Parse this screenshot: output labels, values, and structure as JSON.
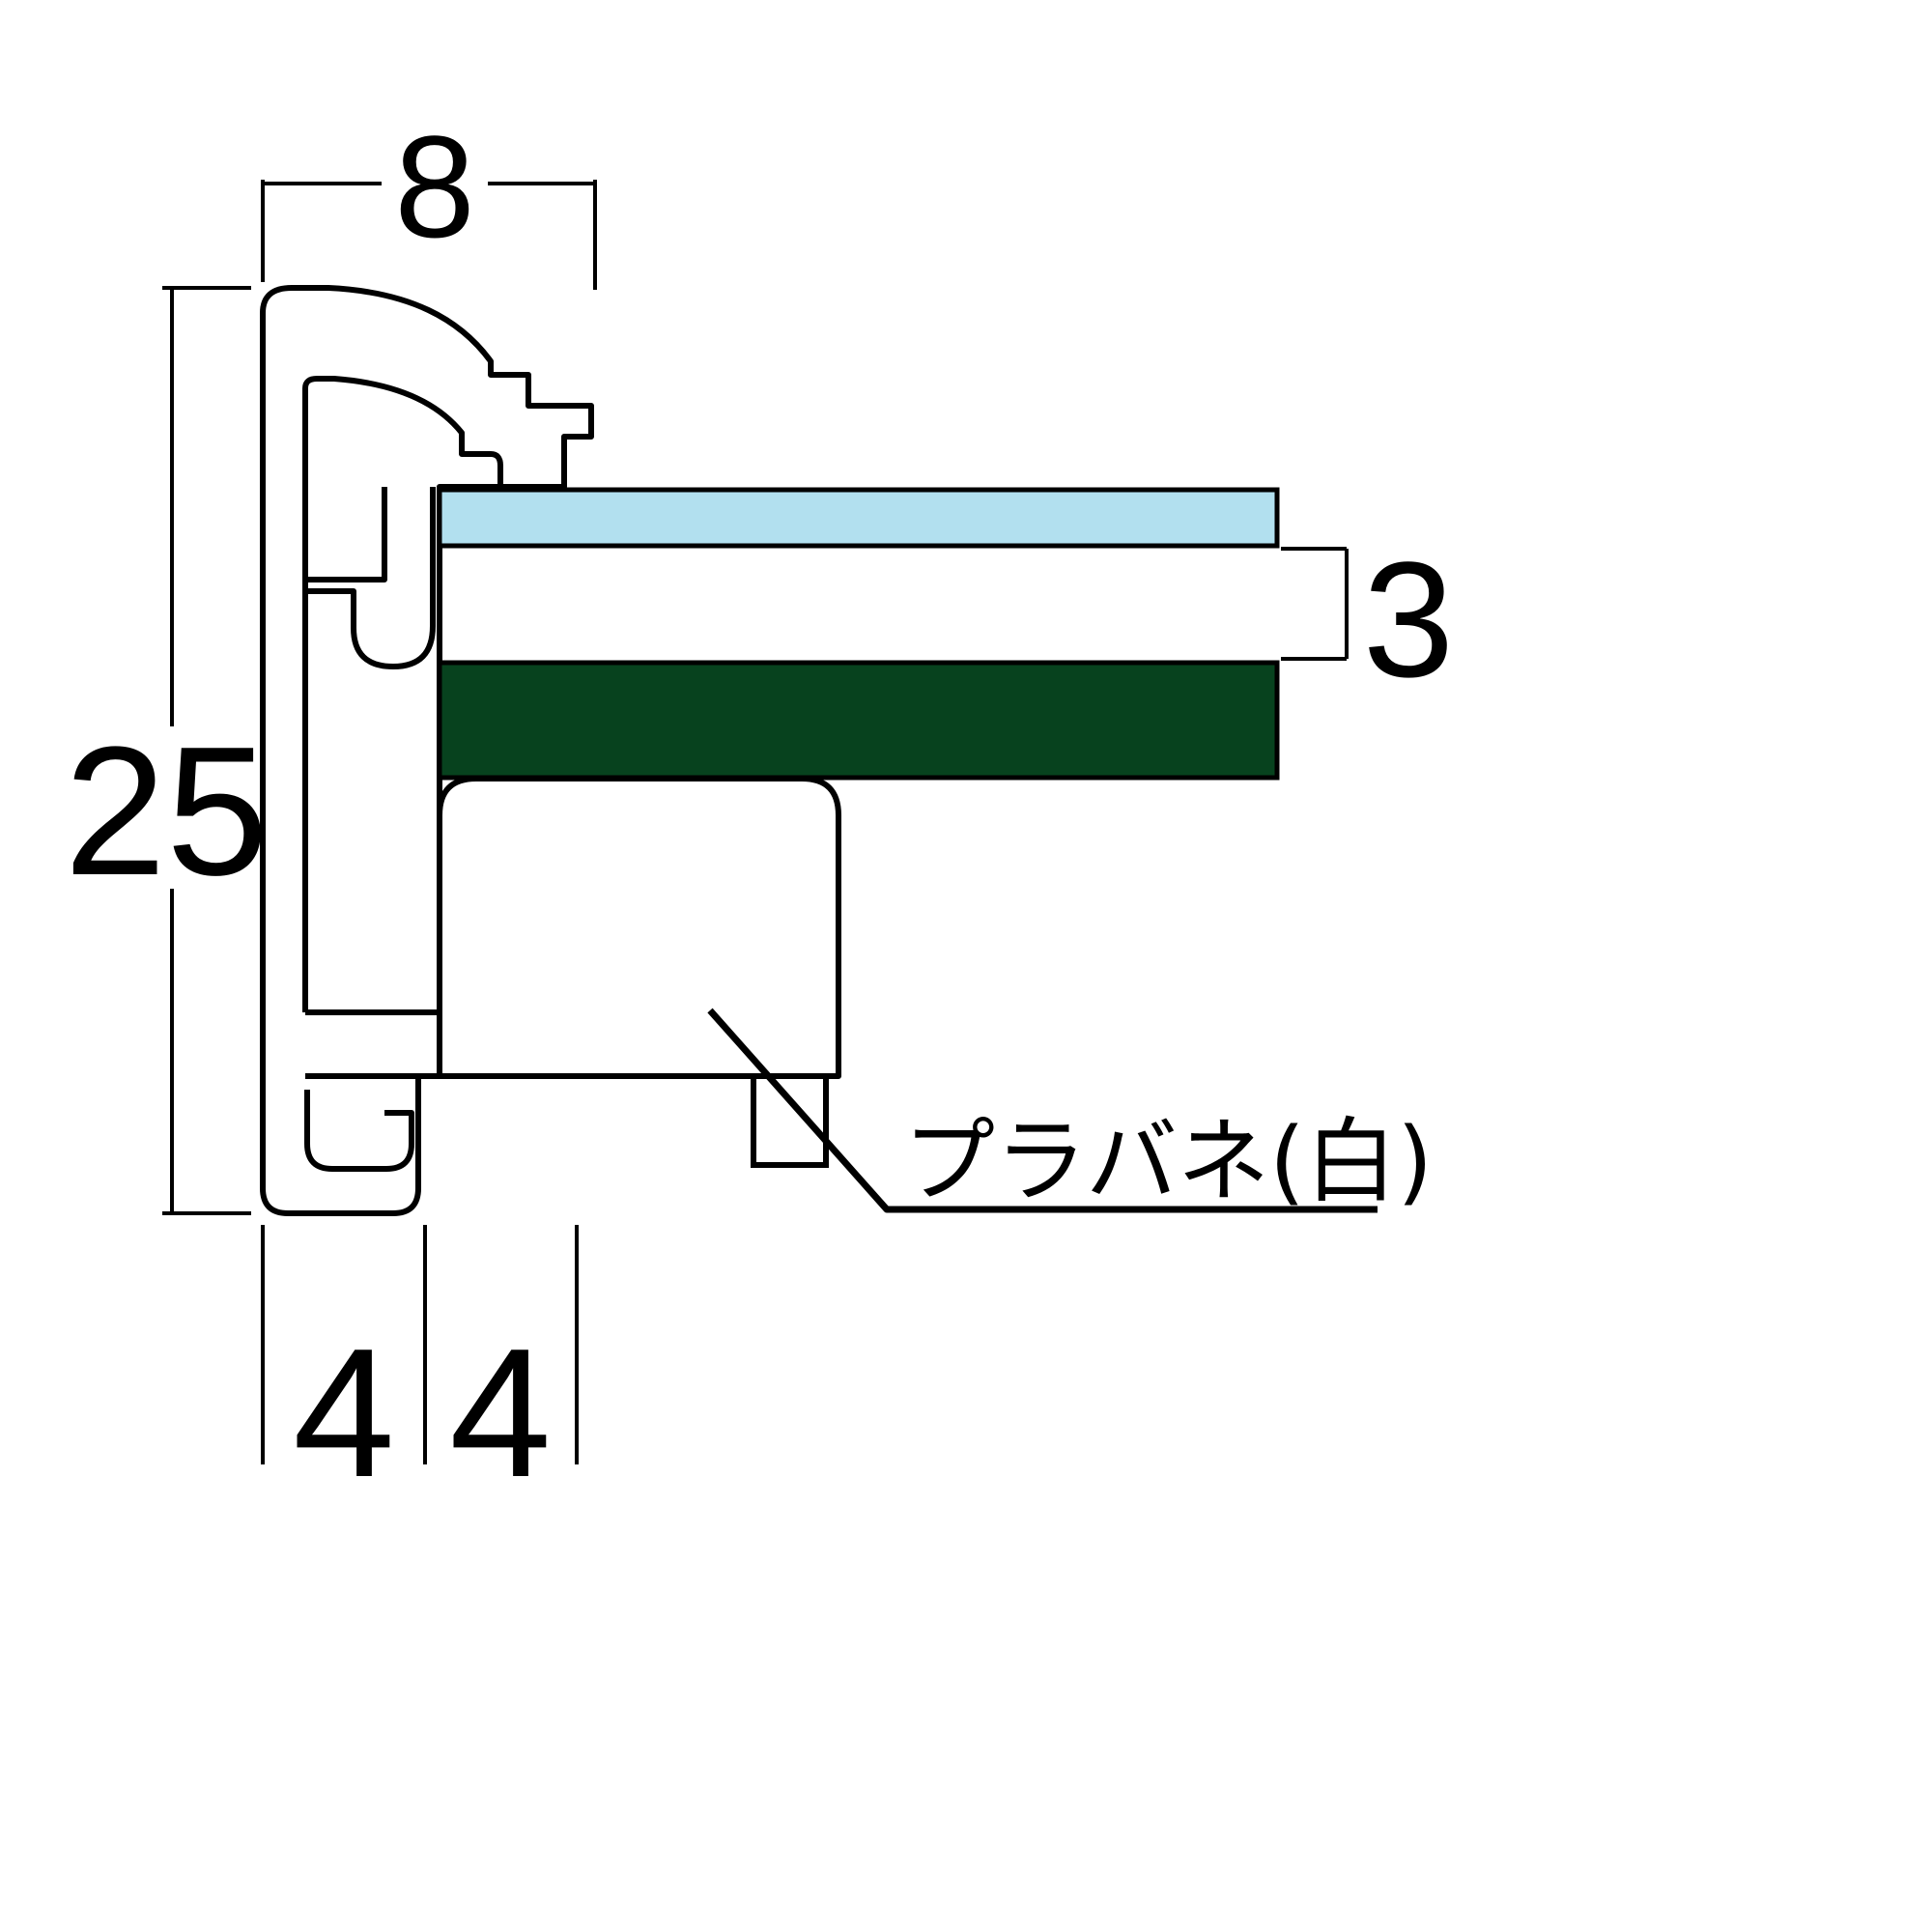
{
  "diagram": {
    "type": "picture-frame-cross-section",
    "dims": {
      "top_width": "8",
      "total_height": "25",
      "gap": "3",
      "bottom_first": "4",
      "bottom_second": "4"
    },
    "annotation": {
      "plastic_spring_label": "プラバネ(白)"
    },
    "colors": {
      "glass": "#b2e0ef",
      "backboard": "#07421e",
      "outline": "#000000",
      "background": "#ffffff"
    }
  }
}
